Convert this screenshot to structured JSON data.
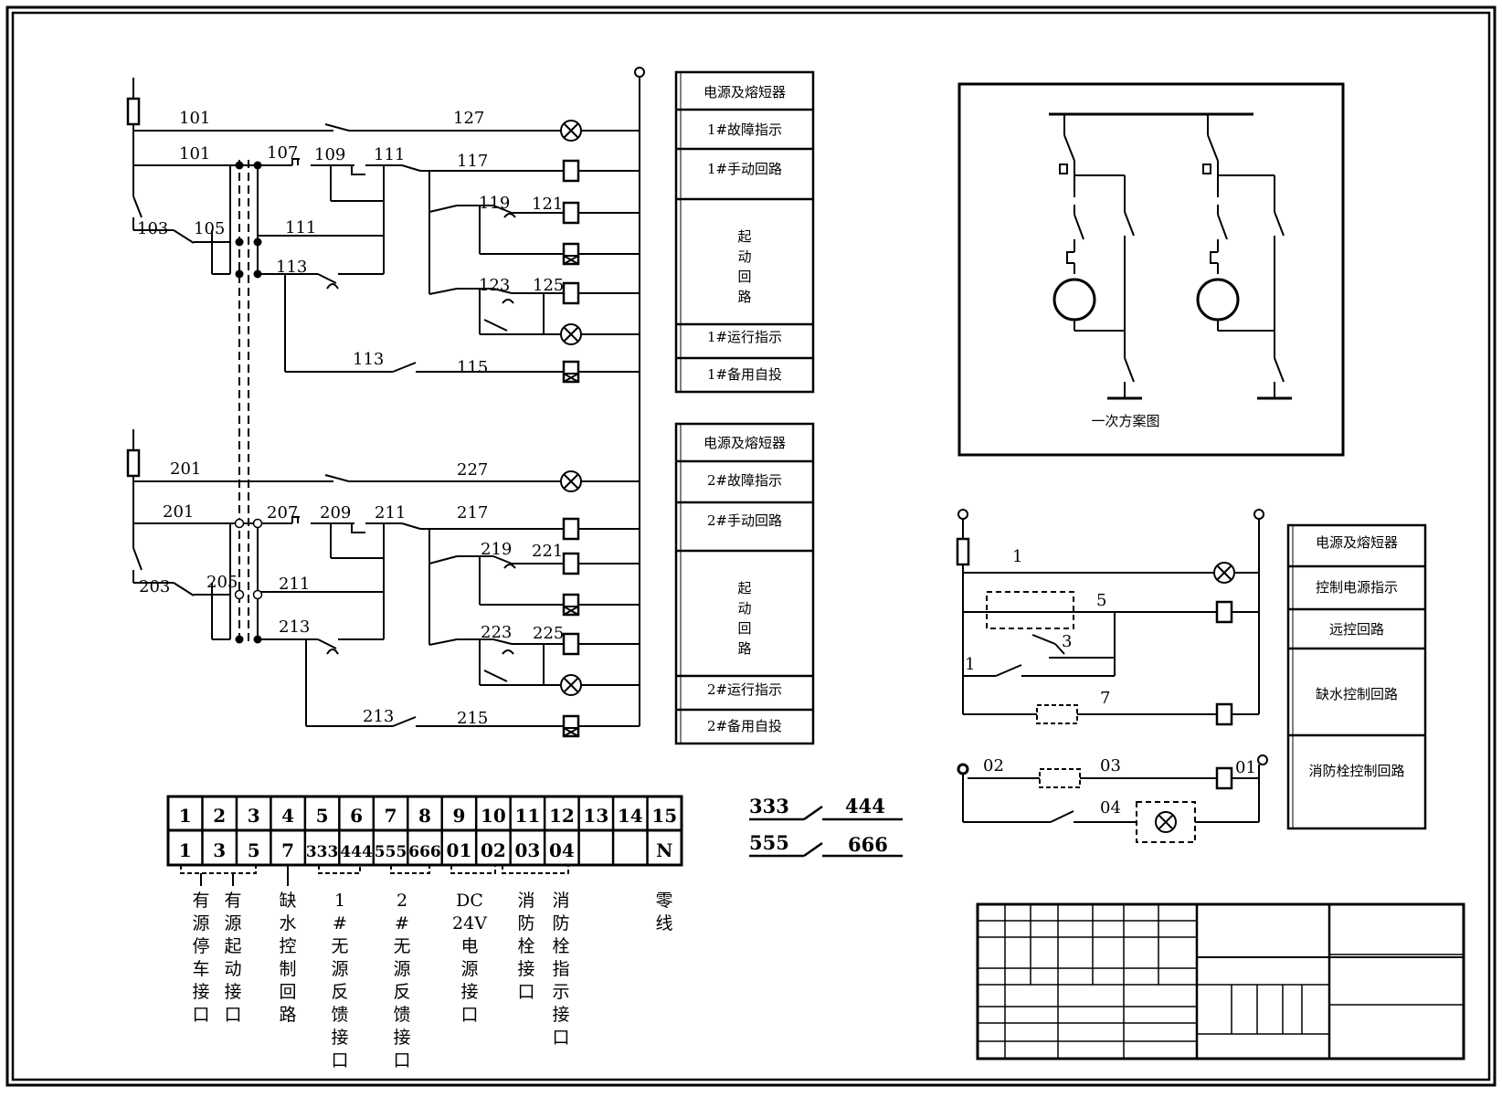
{
  "watermark": {
    "text": ""
  },
  "circuit1": {
    "wires": {
      "w101a": "101",
      "w101b": "101",
      "w127": "127",
      "w103": "103",
      "w105": "105",
      "w107": "107",
      "w109": "109",
      "w111a": "111",
      "w117": "117",
      "w119": "119",
      "w121": "121",
      "w111b": "111",
      "w113a": "113",
      "w123": "123",
      "w125": "125",
      "w113b": "113",
      "w115": "115"
    }
  },
  "circuit2": {
    "wires": {
      "w201a": "201",
      "w201b": "201",
      "w227": "227",
      "w203": "203",
      "w205": "205",
      "w207": "207",
      "w209": "209",
      "w211a": "211",
      "w217": "217",
      "w219": "219",
      "w221": "221",
      "w211b": "211",
      "w213a": "213",
      "w223": "223",
      "w225": "225",
      "w213b": "213",
      "w215": "215"
    }
  },
  "panel1": {
    "rows": [
      "电源及熔短器",
      "1#故障指示",
      "1#手动回路",
      "起动回路",
      "1#运行指示",
      "1#备用自投"
    ]
  },
  "panel2": {
    "rows": [
      "电源及熔短器",
      "2#故障指示",
      "2#手动回路",
      "起动回路",
      "2#运行指示",
      "2#备用自投"
    ]
  },
  "panel3": {
    "rows": [
      "电源及熔短器",
      "控制电源指示",
      "远控回路",
      "缺水控制回路",
      "消防栓控制回路"
    ]
  },
  "primary": {
    "caption": "一次方案图"
  },
  "aux": {
    "wires": {
      "n1a": "1",
      "n5": "5",
      "n3": "3",
      "n1b": "1",
      "n7": "7",
      "n02": "02",
      "n03": "03",
      "n01": "01",
      "n04": "04"
    }
  },
  "terminal": {
    "top": [
      "1",
      "2",
      "3",
      "4",
      "5",
      "6",
      "7",
      "8",
      "9",
      "10",
      "11",
      "12",
      "13",
      "14",
      "15"
    ],
    "bottom": [
      "1",
      "3",
      "5",
      "7",
      "333",
      "444",
      "555",
      "666",
      "01",
      "02",
      "03",
      "04",
      "",
      "",
      "N"
    ],
    "labels": [
      "有源停车接口",
      "有源起动接口",
      "缺水控制回路",
      "1#无源反馈接口",
      "2#无源反馈接口",
      "DC24V电源接口",
      "消防栓接口",
      "消防栓指示接口",
      "零线"
    ]
  },
  "feedback": {
    "a1": "333",
    "a2": "444",
    "b1": "555",
    "b2": "666"
  },
  "title_block": {
    "title1": "",
    "title2": ""
  }
}
